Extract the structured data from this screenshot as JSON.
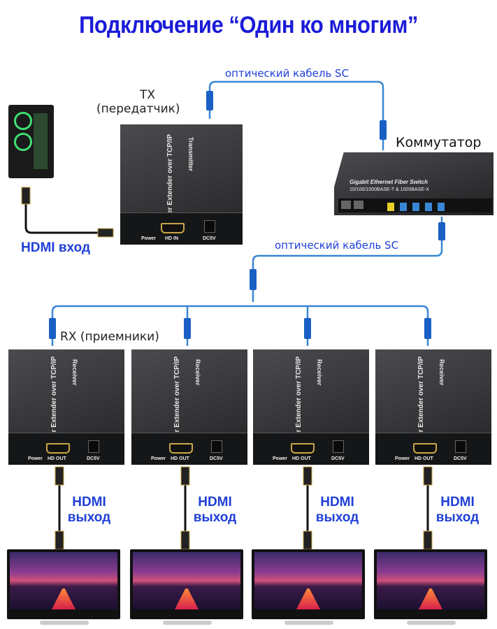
{
  "title": "Подключение “Один ко многим”",
  "tx": {
    "label_line1": "TX",
    "label_line2": "(передатчик)",
    "device_title": "HD Fiber Extender over TCP/IP",
    "device_subtitle": "Transmitter",
    "port_power": "Power",
    "port_hdmi": "HD IN",
    "port_dc": "DC5V"
  },
  "switch": {
    "label": "Коммутатор",
    "line1": "Gigabit Ethernet Fiber Switch",
    "line2": "10/100/1000BASE-T & 1000BASE-X"
  },
  "fiber_top": "оптический кабель SC",
  "fiber_mid": "оптический кабель SC",
  "hdmi_in": "HDMI вход",
  "rx_label": "RX (приемники)",
  "rx": {
    "device_title": "HD Fiber Extender over TCP/IP",
    "device_subtitle": "Receiver",
    "port_power": "Power",
    "port_hdmi": "HD OUT",
    "port_dc": "DC5V"
  },
  "hdmi_out": {
    "line1": "HDMI",
    "line2": "выход"
  },
  "colors": {
    "title": "#1b1bd8",
    "label_blue": "#1f3fd6",
    "fiber": "#3a86d6",
    "connector": "#1a5fc4"
  }
}
